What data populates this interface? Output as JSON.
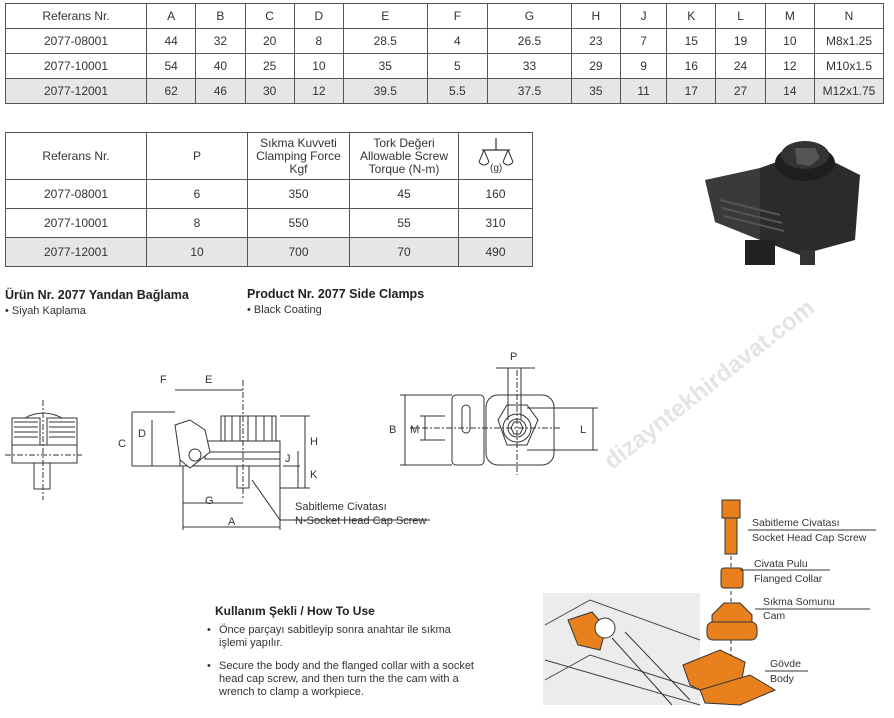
{
  "dimensions_table": {
    "headers": [
      "Referans Nr.",
      "A",
      "B",
      "C",
      "D",
      "E",
      "F",
      "G",
      "H",
      "J",
      "K",
      "L",
      "M",
      "N"
    ],
    "rows": [
      [
        "2077-08001",
        "44",
        "32",
        "20",
        "8",
        "28.5",
        "4",
        "26.5",
        "23",
        "7",
        "15",
        "19",
        "10",
        "M8x1.25"
      ],
      [
        "2077-10001",
        "54",
        "40",
        "25",
        "10",
        "35",
        "5",
        "33",
        "29",
        "9",
        "16",
        "24",
        "12",
        "M10x1.5"
      ],
      [
        "2077-12001",
        "62",
        "46",
        "30",
        "12",
        "39.5",
        "5.5",
        "37.5",
        "35",
        "11",
        "17",
        "27",
        "14",
        "M12x1.75"
      ]
    ]
  },
  "specs_table": {
    "headers": {
      "ref": "Referans Nr.",
      "p": "P",
      "force": [
        "Sıkma Kuvveti",
        "Clamping Force",
        "Kgf"
      ],
      "torque": [
        "Tork Değeri",
        "Allowable Screw",
        "Torque (N-m)"
      ],
      "weight": "(g)"
    },
    "rows": [
      [
        "2077-08001",
        "6",
        "350",
        "45",
        "160"
      ],
      [
        "2077-10001",
        "8",
        "550",
        "55",
        "310"
      ],
      [
        "2077-12001",
        "10",
        "700",
        "70",
        "490"
      ]
    ]
  },
  "product": {
    "title_tr": "Ürün Nr. 2077 Yandan Bağlama",
    "subtitle_tr": "• Siyah Kaplama",
    "title_en": "Product Nr. 2077 Side Clamps",
    "subtitle_en": "• Black Coating"
  },
  "drawing": {
    "labels": {
      "A": "A",
      "B": "B",
      "C": "C",
      "D": "D",
      "E": "E",
      "F": "F",
      "G": "G",
      "H": "H",
      "J": "J",
      "K": "K",
      "L": "L",
      "M": "M",
      "P": "P"
    },
    "screw_label_tr": "Sabitleme Civatası",
    "screw_label_en": "N-Socket Head Cap Screw"
  },
  "how_to_use": {
    "title": "Kullanım Şekli / How To Use",
    "bullets": [
      "Önce parçayı sabitleyip sonra anahtar ile sıkma işlemi yapılır.",
      "Secure the body and the flanged collar with a socket head cap screw, and then turn the the cam with a wrench to clamp a workpiece."
    ]
  },
  "parts": [
    {
      "tr": "Sabitleme Civatası",
      "en": "Socket Head Cap Screw"
    },
    {
      "tr": "Civata Pulu",
      "en": "Flanged Collar"
    },
    {
      "tr": "Sıkma Somunu",
      "en": "Cam"
    },
    {
      "tr": "Gövde",
      "en": "Body"
    }
  ],
  "watermark": "dizayntekhirdavat.com",
  "colors": {
    "part_orange": "#e8801e",
    "row_gray": "#e6e6e6",
    "part_dark": "#2b2b2b"
  }
}
